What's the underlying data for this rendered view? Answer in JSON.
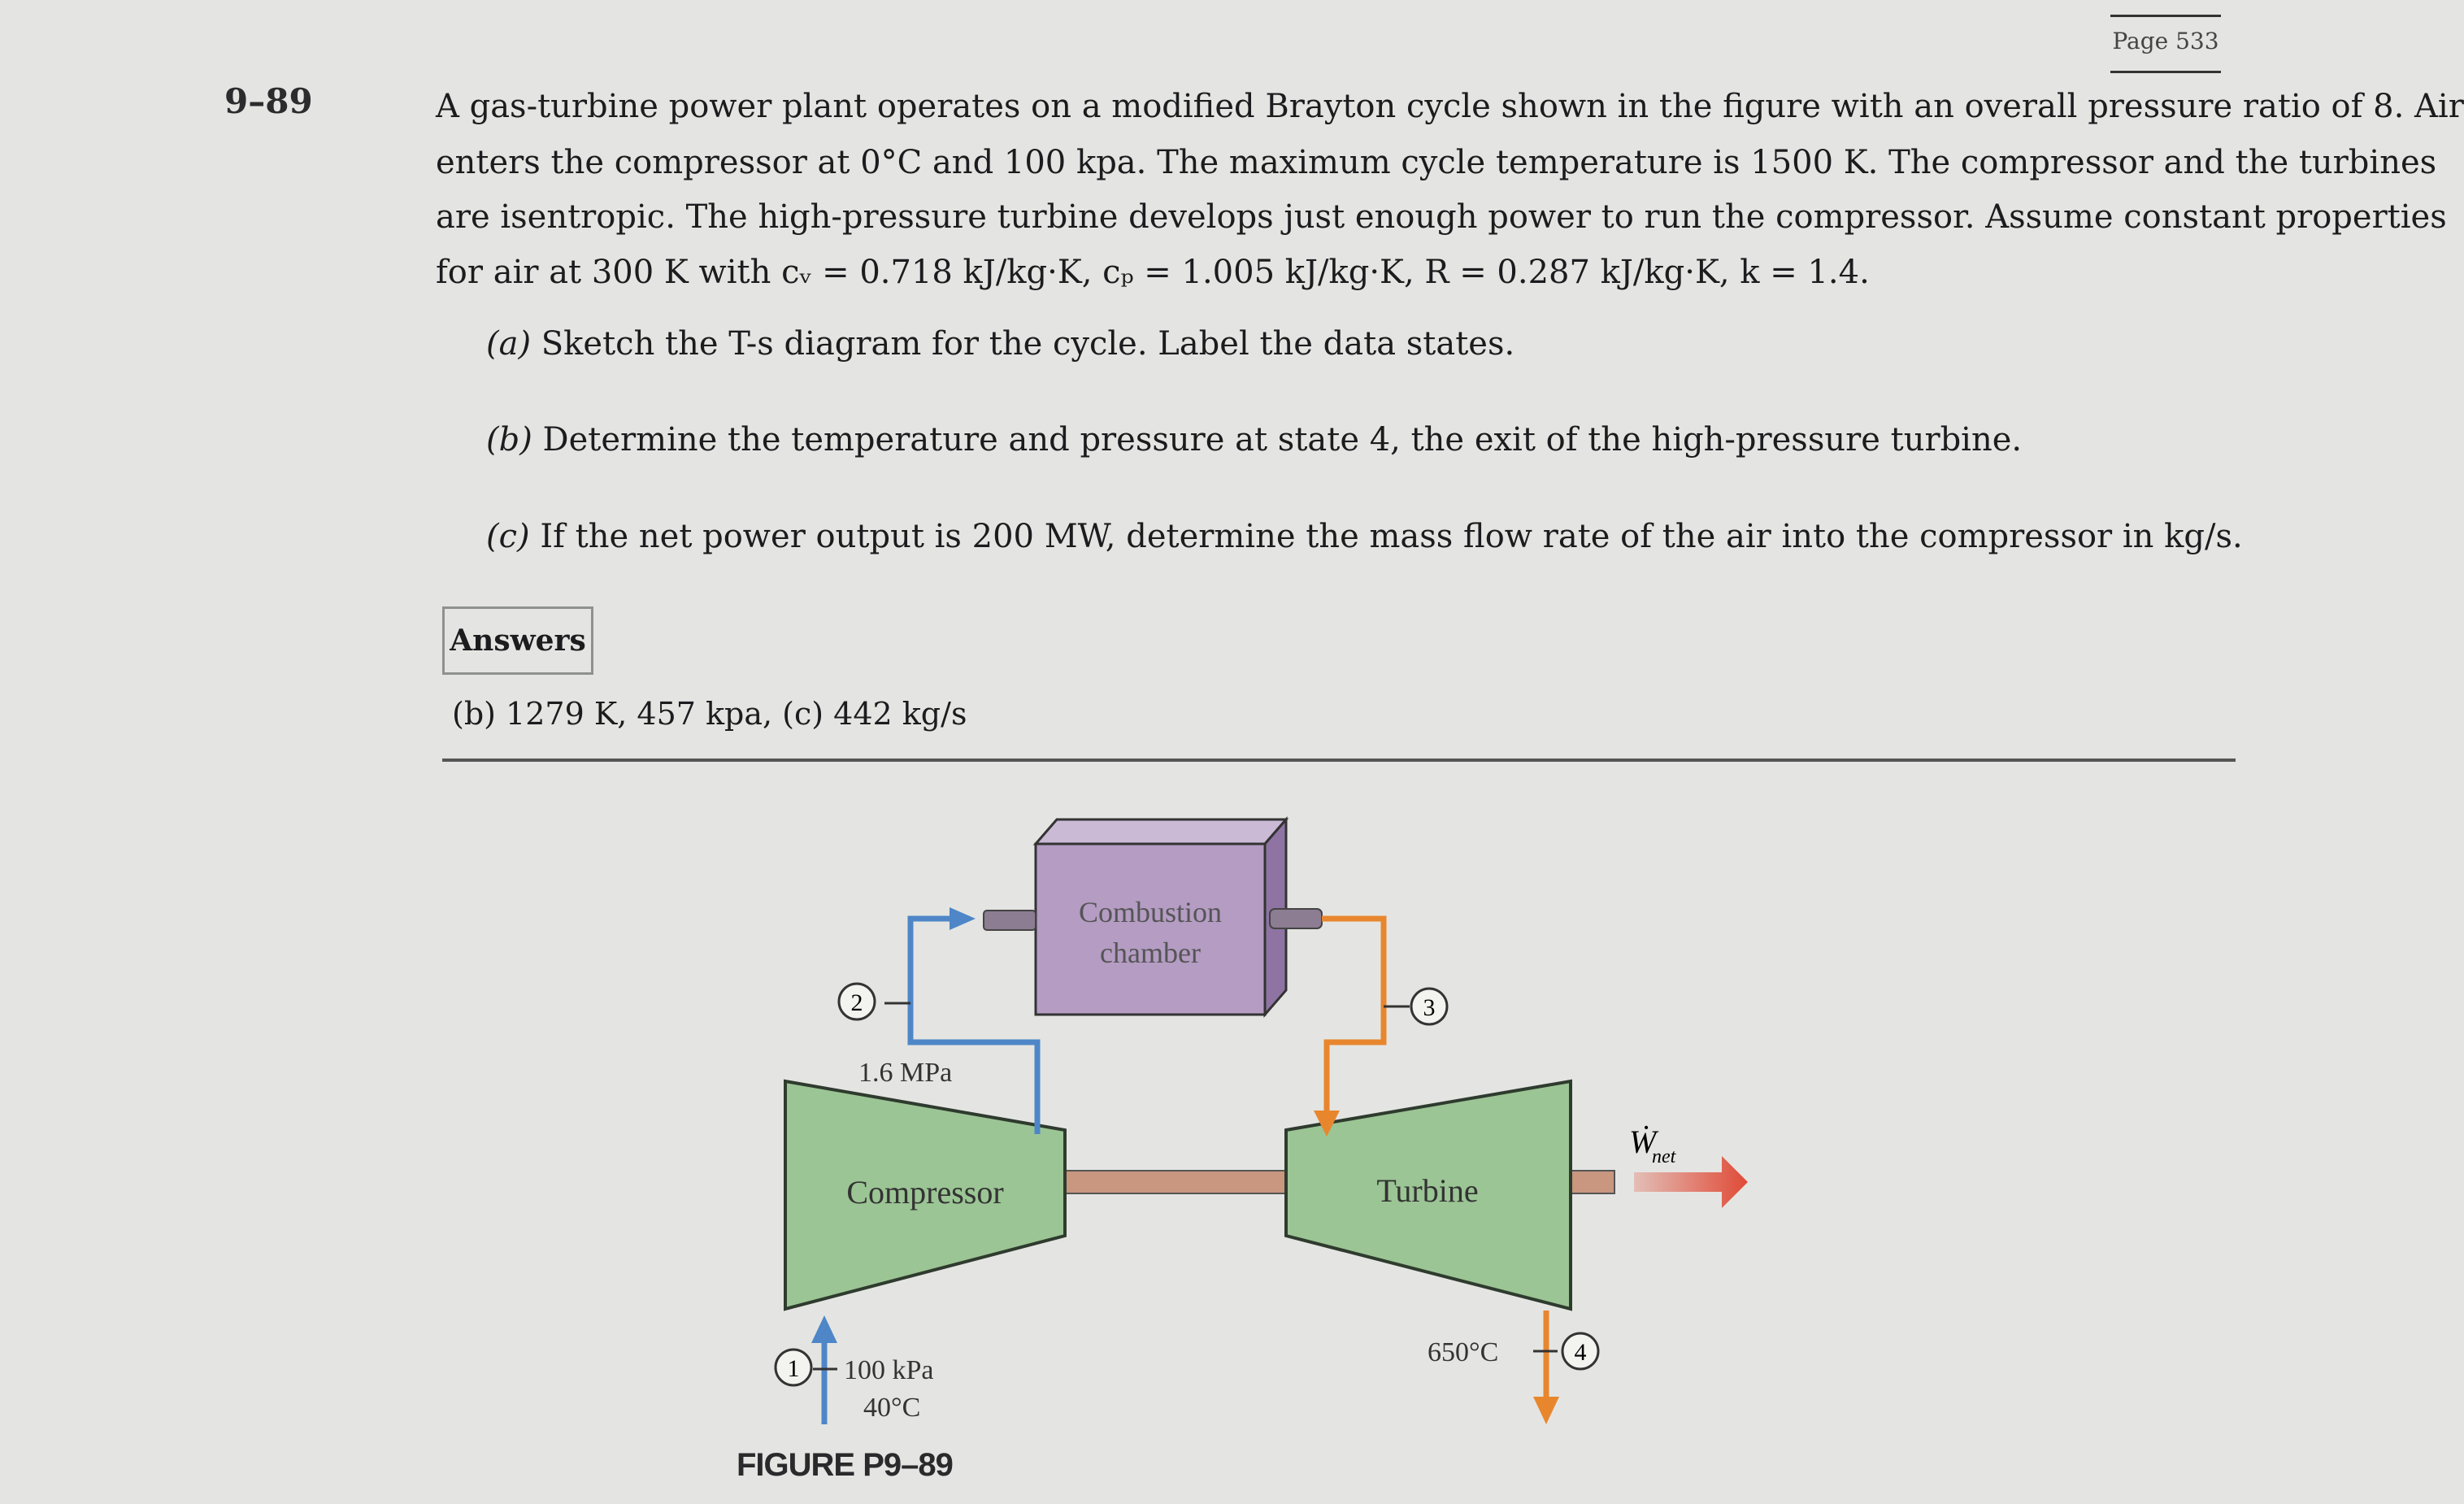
{
  "page_label": "Page 533",
  "problem": {
    "number": "9–89",
    "lines": [
      "A gas-turbine power plant operates on a modified Brayton cycle shown in the figure with an overall pressure ratio of 8. Air",
      "enters the compressor at 0°C and 100 kpa. The maximum cycle temperature is 1500 K. The compressor and the turbines",
      "are isentropic. The high-pressure turbine develops just enough power to run the compressor. Assume constant properties",
      "for air at 300 K with cᵥ = 0.718 kJ/kg·K, cₚ = 1.005 kJ/kg·K, R = 0.287 kJ/kg·K, k = 1.4."
    ],
    "parts": [
      {
        "label": "(a)",
        "text": "Sketch the T-s diagram for the cycle. Label the data states."
      },
      {
        "label": "(b)",
        "text": "Determine the temperature and pressure at state 4, the exit of the high-pressure turbine."
      },
      {
        "label": "(c)",
        "text": "If the net power output is 200 MW, determine the mass flow rate of the air into the compressor in kg/s."
      }
    ],
    "answers_label": "Answers",
    "answers": "(b) 1279 K, 457 kpa, (c) 442 kg/s"
  },
  "figure": {
    "caption": "FIGURE P9–89",
    "combustion_label_1": "Combustion",
    "combustion_label_2": "chamber",
    "compressor_label": "Compressor",
    "turbine_label": "Turbine",
    "state_1": "1",
    "state_2": "2",
    "state_3": "3",
    "state_4": "4",
    "p2": "1.6 MPa",
    "p1": "100 kPa",
    "t1": "40°C",
    "t4": "650°C",
    "wnet_symbol": "Ẇ",
    "wnet_sub": "net"
  },
  "colors": {
    "background": "#e4e5e2",
    "compressor_turbine": "#9bc594",
    "combustion_chamber": "#b49cc3",
    "flow_cold": "#4e86c8",
    "flow_hot": "#e8862e",
    "power_arrow": "#e04a36",
    "shaft": "#c99680"
  }
}
